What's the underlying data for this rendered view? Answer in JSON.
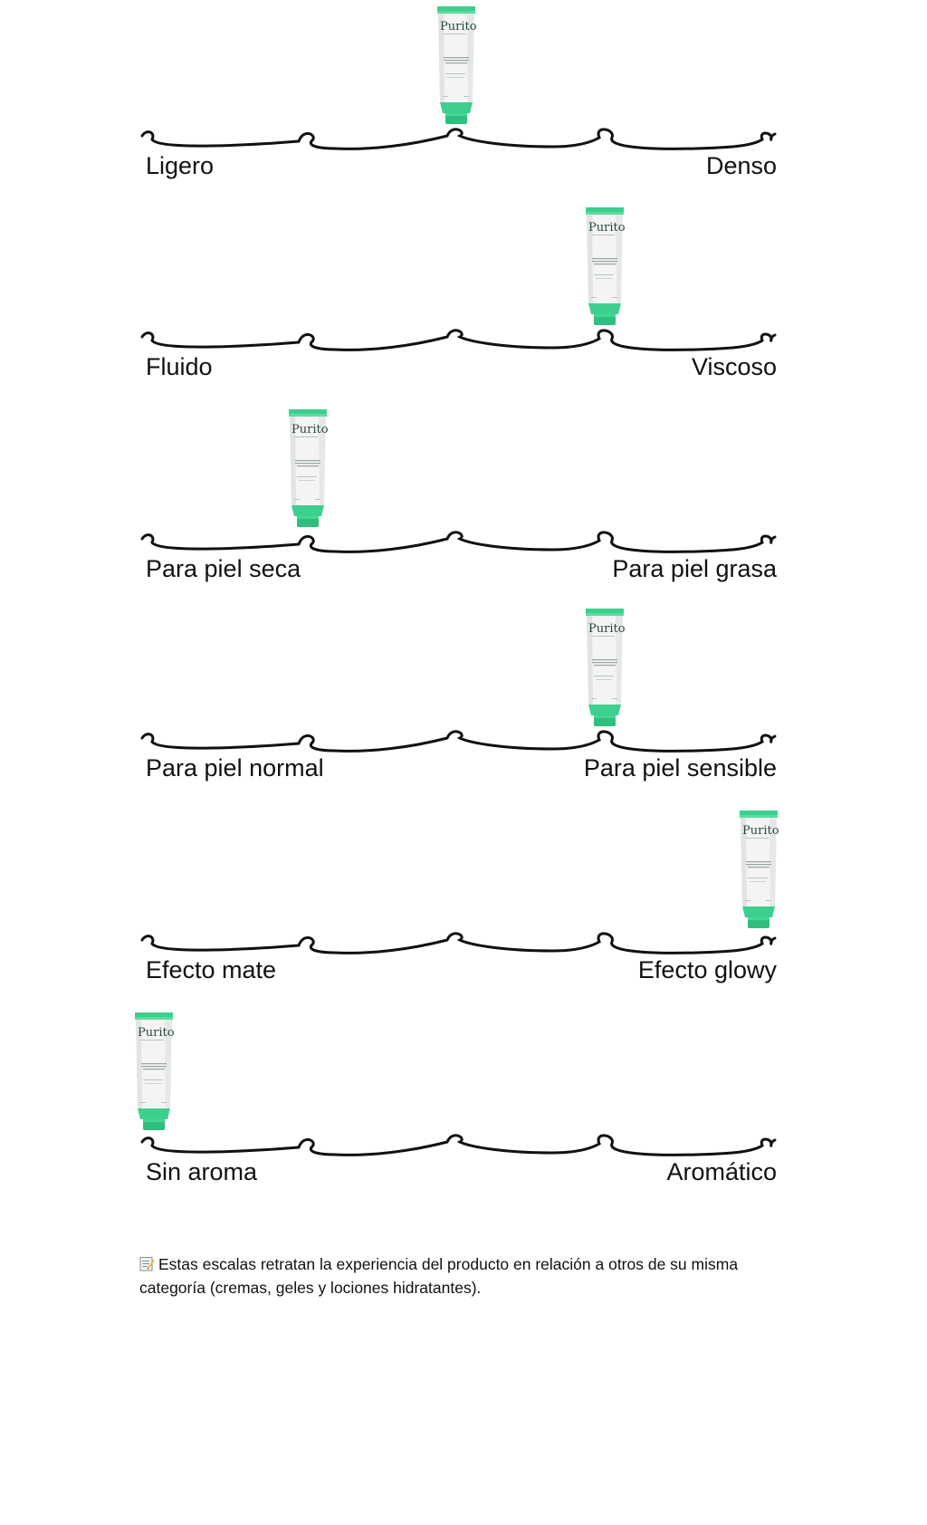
{
  "product": {
    "brand": "Purito",
    "icon": "cream-tube-icon",
    "colors": {
      "accent": "#3dcf8e",
      "tube_body": "#f2f2f2",
      "text": "#2a4a3a"
    }
  },
  "scales": [
    {
      "id": "texture",
      "left_label": "Ligero",
      "right_label": "Denso",
      "level": 0.5
    },
    {
      "id": "fluidity",
      "left_label": "Fluido",
      "right_label": "Viscoso",
      "level": 0.75
    },
    {
      "id": "skin-dry",
      "left_label": "Para piel seca",
      "right_label": "Para piel grasa",
      "level": 0.25
    },
    {
      "id": "skin-sens",
      "left_label": "Para piel normal",
      "right_label": "Para piel sensible",
      "level": 0.75
    },
    {
      "id": "finish",
      "left_label": "Efecto mate",
      "right_label": "Efecto glowy",
      "level": 1.0
    },
    {
      "id": "scent",
      "left_label": "Sin aroma",
      "right_label": "Aromático",
      "level": 0.0
    }
  ],
  "note": {
    "icon": "memo-icon",
    "text": "Estas escalas retratan la experiencia del producto en relación a otros de su misma categoría (cremas, geles y lociones hidratantes)."
  }
}
